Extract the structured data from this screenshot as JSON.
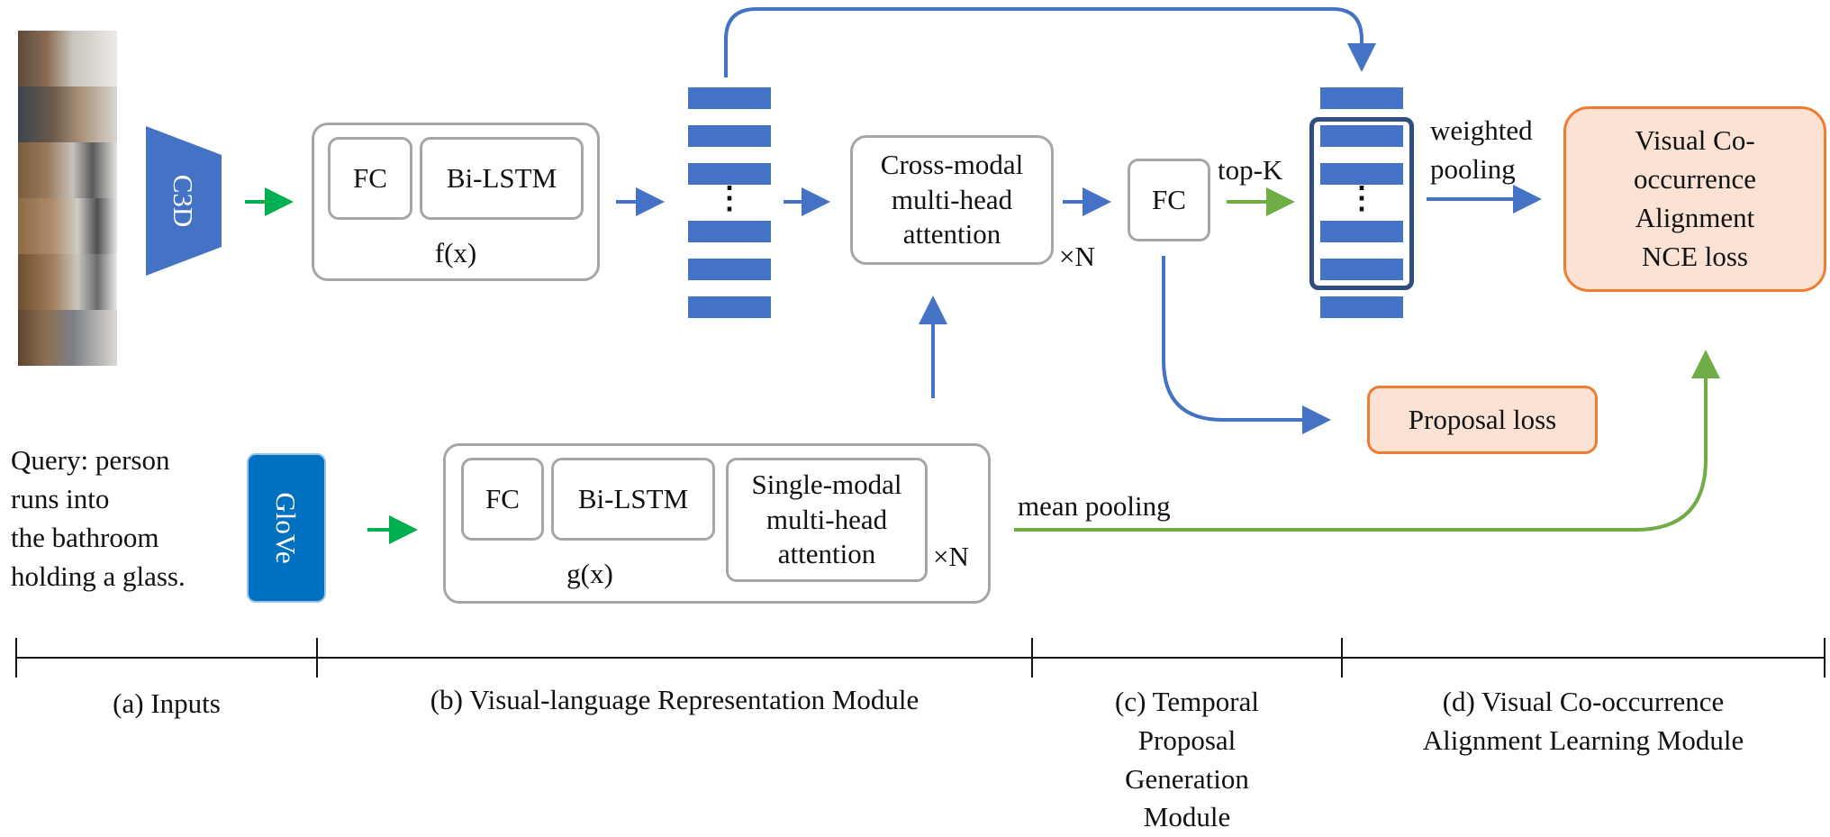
{
  "inputs": {
    "encoder_visual": "C3D",
    "encoder_text": "GloVe",
    "query_lines": [
      "Query: person",
      "runs into",
      "the bathroom",
      "holding a glass."
    ]
  },
  "visual_branch": {
    "fc": "FC",
    "bilstm": "Bi-LSTM",
    "func": "f(x)"
  },
  "text_branch": {
    "fc": "FC",
    "bilstm": "Bi-LSTM",
    "attention": "Single-modal multi-head attention",
    "func": "g(x)",
    "repeat": "×N"
  },
  "cross_modal": {
    "label": "Cross-modal multi-head attention",
    "repeat": "×N"
  },
  "proposal": {
    "fc": "FC",
    "topk": "top-K",
    "loss": "Proposal loss"
  },
  "alignment": {
    "weighted_pooling": "weighted pooling",
    "mean_pooling": "mean pooling",
    "loss": "Visual Co-occurrence Alignment NCE loss"
  },
  "feature_ellipsis": "⋮",
  "modules": [
    "(a) Inputs",
    "(b) Visual-language Representation Module",
    "(c) Temporal Proposal Generation Module",
    "(d) Visual Co-occurrence Alignment Learning Module"
  ],
  "colors": {
    "blue_arrow": "#4472c4",
    "green_arrow": "#70ad47",
    "bright_green": "#00b050",
    "encoder_blue": "#4472c4",
    "glove_blue": "#0070c0",
    "loss_fill": "#fbe2d5",
    "loss_border": "#ed7d31",
    "box_border": "#a6a6a6",
    "highlight_border": "#2f4d7e"
  }
}
